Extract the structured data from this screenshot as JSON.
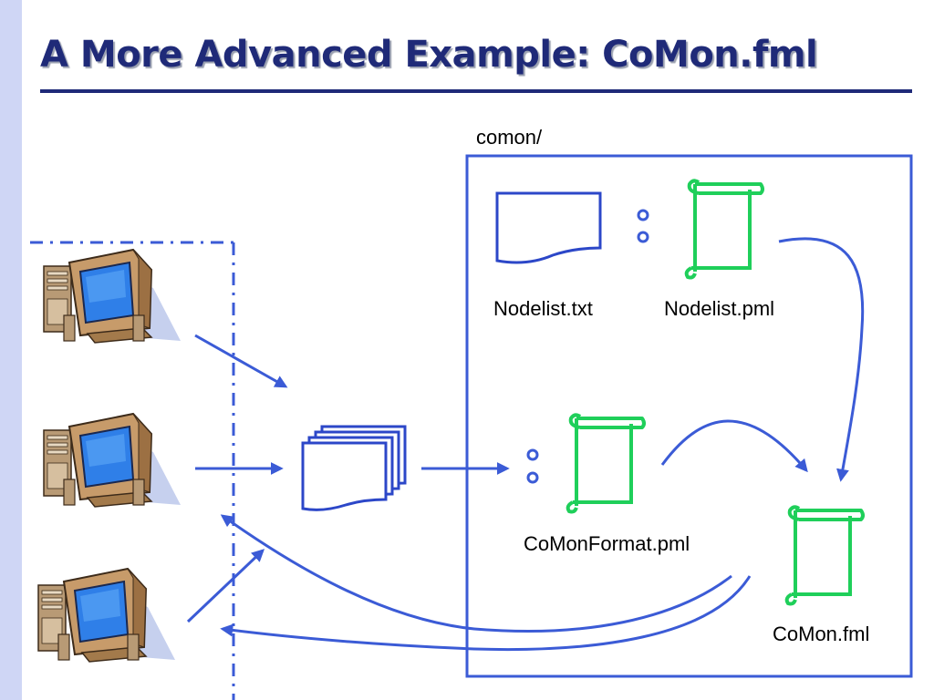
{
  "slide": {
    "title": "A More Advanced Example: CoMon.fml"
  },
  "diagram": {
    "folder_label": "comon/",
    "files": {
      "nodelist_txt": "Nodelist.txt",
      "nodelist_pml": "Nodelist.pml",
      "comonformat_pml": "CoMonFormat.pml",
      "comon_fml": "CoMon.fml"
    }
  },
  "colors": {
    "title_text": "#1f2a78",
    "title_rule": "#1f2a78",
    "left_strip": "#cfd6f5",
    "arrow_blue": "#3b5bd6",
    "container_border": "#3b5bd6",
    "pml_green": "#1fcf5a",
    "document_outline": "#2c47c8"
  },
  "icons": [
    "computer-icon",
    "document-stack-icon",
    "document-icon",
    "scroll-icon",
    "colon-icon"
  ]
}
